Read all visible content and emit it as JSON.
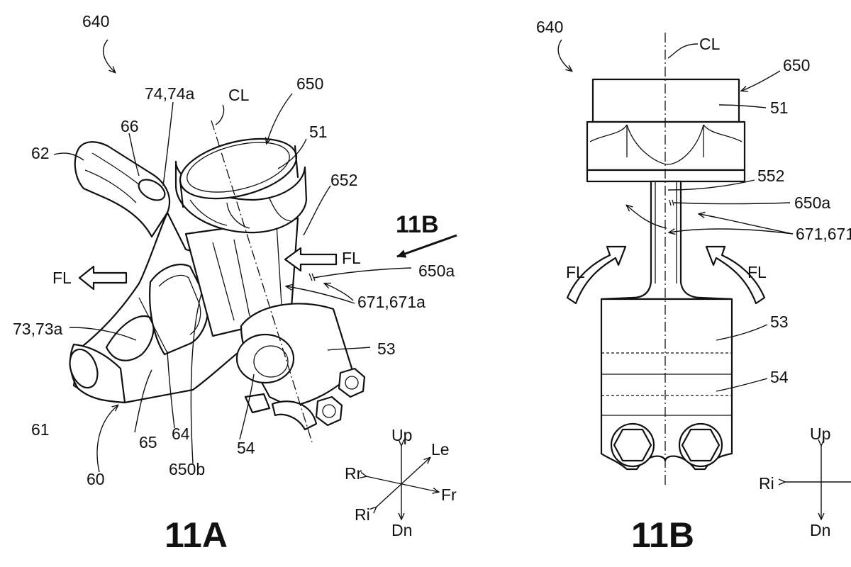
{
  "figure_a": {
    "caption": "11A",
    "labels": {
      "assembly": "640",
      "bracket": "60",
      "arm_a": "61",
      "arm_b": "62",
      "web": "64",
      "rib": "65",
      "branch": "66",
      "hole_a": "73,73a",
      "hole_b": "74,74a",
      "centerline": "CL",
      "cap": "650",
      "top": "51",
      "neck": "652",
      "mark_a": "650a",
      "mark_b": "650b",
      "flow_path": "671,671a",
      "body": "53",
      "clamp": "54"
    },
    "view_arrow": "11B",
    "flow_left": "FL",
    "flow_right": "FL",
    "axes": {
      "up": "Up",
      "down": "Dn",
      "rear": "Rr",
      "front": "Fr",
      "left": "Le",
      "right": "Ri"
    }
  },
  "figure_b": {
    "caption": "11B",
    "labels": {
      "assembly": "640",
      "centerline": "CL",
      "cap": "650",
      "top": "51",
      "neck": "552",
      "mark_a": "650a",
      "flow_path": "671,671",
      "body": "53",
      "clamp": "54"
    },
    "flow_left": "FL",
    "flow_right": "FL",
    "axes": {
      "up": "Up",
      "down": "Dn",
      "right": "Ri"
    }
  }
}
